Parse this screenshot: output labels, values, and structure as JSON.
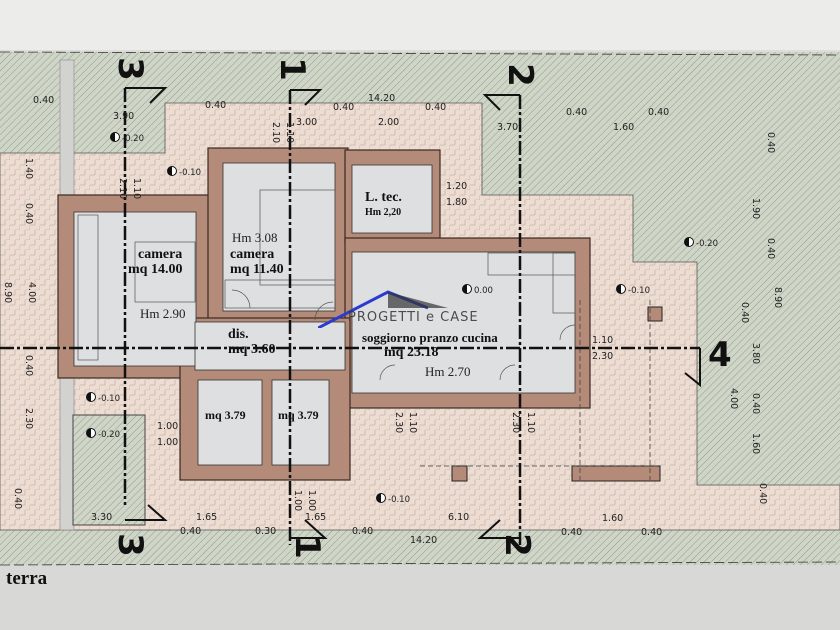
{
  "plan_title": "terra",
  "watermark": "PROGETTI e CASE",
  "rooms": {
    "camera1": {
      "name": "camera",
      "area": "mq  14.00",
      "height": "Hm 2.90"
    },
    "camera2": {
      "name": "camera",
      "area": "mq  11.40",
      "height": "Hm 3.08"
    },
    "ltec": {
      "name": "L. tec.",
      "height": "Hm 2,20"
    },
    "dis": {
      "name": "dis.",
      "area": "mq  3.60"
    },
    "bath1": {
      "area": "mq  3.79"
    },
    "bath2": {
      "area": "mq  3.79"
    },
    "living": {
      "name": "soggiorno pranzo cucina",
      "area": "mq  23.18",
      "height": "Hm 2.70"
    }
  },
  "sections": [
    "3",
    "1",
    "2",
    "4",
    "3",
    "1",
    "2"
  ],
  "dimensions": [
    "0.40",
    "0.40",
    "0.40",
    "14.20",
    "0.40",
    "3.90",
    "3.00",
    "2.00",
    "3.70",
    "0.40",
    "1.60",
    "0.40",
    "2.10",
    "1.10",
    "2.10",
    "1.10",
    "1.40",
    "0.40",
    "4.00",
    "8.90",
    "0.40",
    "2.30",
    "0.40",
    "0.40",
    "1.90",
    "0.40",
    "8.90",
    "0.40",
    "3.80",
    "4.00",
    "0.40",
    "1.60",
    "0.40",
    "1.20",
    "1.80",
    "1.10",
    "2.30",
    "2.30",
    "1.10",
    "2.30",
    "1.10",
    "1.00",
    "1.00",
    "1.00",
    "1.00",
    "3.30",
    "1.65",
    "1.65",
    "6.10",
    "1.60",
    "0.40",
    "0.30",
    "0.40",
    "0.40",
    "0.40",
    "14.20"
  ],
  "levels": [
    "-0.20",
    "-0.10",
    "-0.20",
    "0.00",
    "-0.10",
    "-0.10",
    "-0.20",
    "-0.10"
  ],
  "colors": {
    "wall": "#b48a78",
    "paving": "#e9d9cf",
    "garden": "#c9d2c2",
    "floor": "#dedfe1",
    "logo_blue": "#2b3bd0"
  }
}
